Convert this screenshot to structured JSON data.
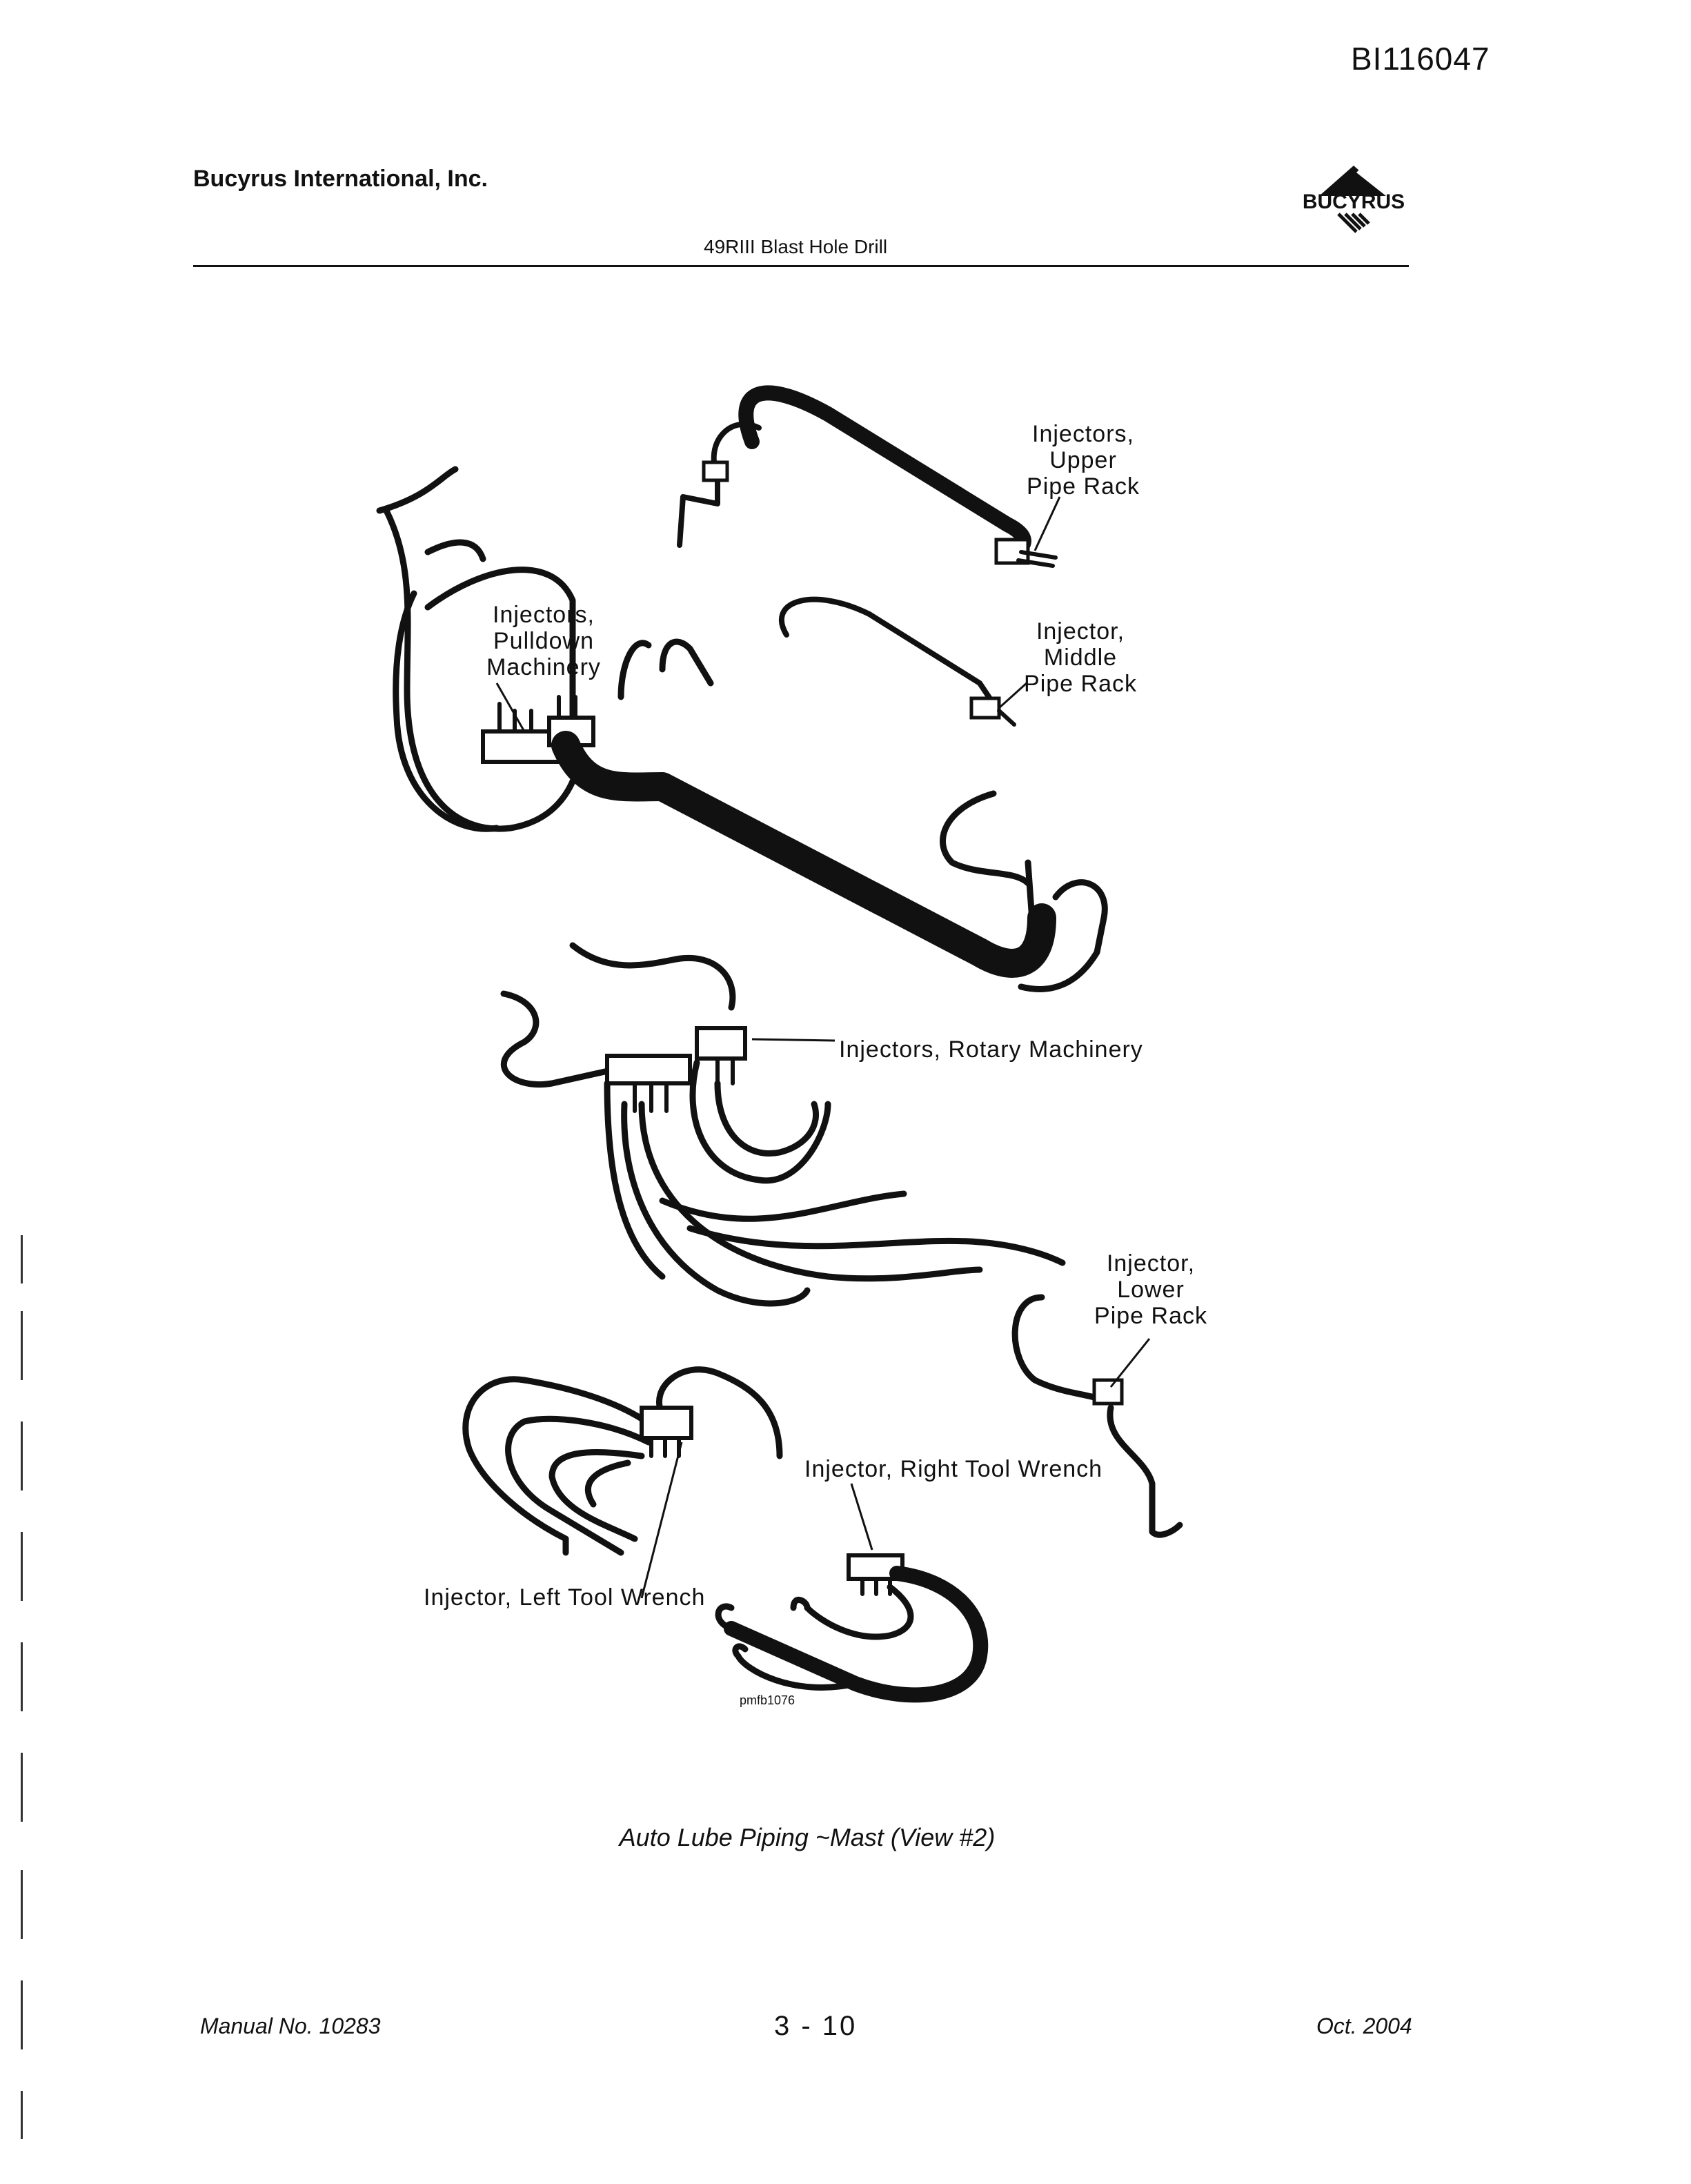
{
  "header": {
    "doc_id": "BI116047",
    "company": "Bucyrus International, Inc.",
    "logo_text": "BUCYRUS",
    "subtitle": "49RIII Blast Hole Drill"
  },
  "diagram": {
    "labels": {
      "upper_l1": "Injectors,",
      "upper_l2": "Upper",
      "upper_l3": "Pipe Rack",
      "pulldown_l1": "Injectors,",
      "pulldown_l2": "Pulldown",
      "pulldown_l3": "Machinery",
      "middle_l1": "Injector,",
      "middle_l2": "Middle",
      "middle_l3": "Pipe Rack",
      "rotary": "Injectors, Rotary Machinery",
      "lower_l1": "Injector,",
      "lower_l2": "Lower",
      "lower_l3": "Pipe Rack",
      "right_tool": "Injector, Right Tool Wrench",
      "left_tool": "Injector, Left Tool Wrench",
      "ref": "pmfb1076"
    }
  },
  "caption": "Auto Lube Piping ~Mast (View #2)",
  "footer": {
    "manual": "Manual No. 10283",
    "page": "3 - 10",
    "date": "Oct. 2004"
  }
}
